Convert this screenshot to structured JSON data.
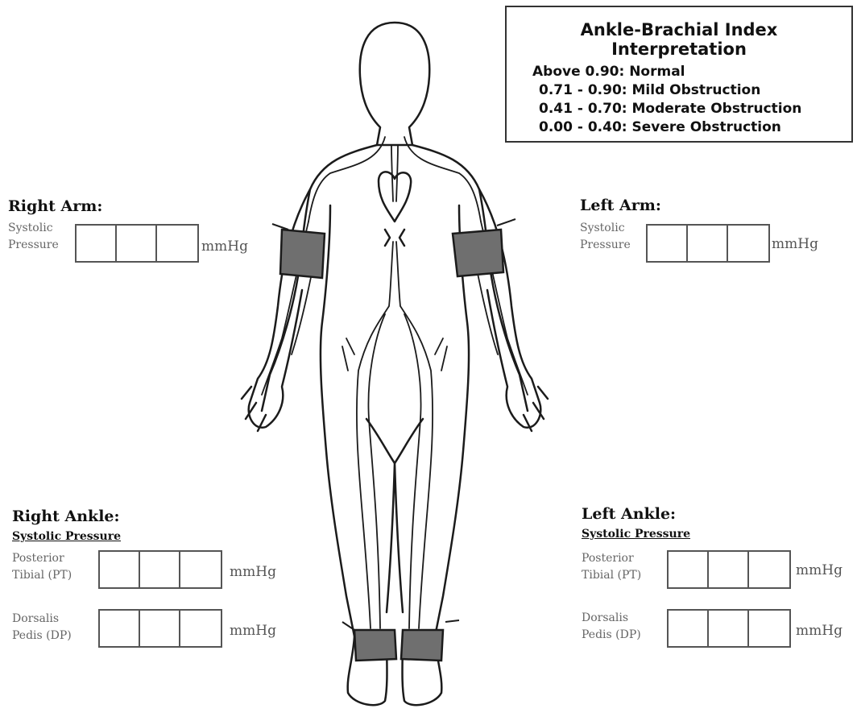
{
  "abi_box": {
    "title_line1": "Ankle-Brachial Index",
    "title_line2": "Interpretation",
    "rows": [
      "Above 0.90: Normal",
      "0.71 - 0.90: Mild Obstruction",
      "0.41 - 0.70: Moderate Obstruction",
      "0.00 - 0.40: Severe Obstruction"
    ]
  },
  "right_arm": {
    "title": "Right Arm:",
    "label_line1": "Systolic",
    "label_line2": "Pressure",
    "unit": "mmHg",
    "digits": [
      "",
      "",
      ""
    ]
  },
  "left_arm": {
    "title": "Left Arm:",
    "label_line1": "Systolic",
    "label_line2": "Pressure",
    "unit": "mmHg",
    "digits": [
      "",
      "",
      ""
    ]
  },
  "right_ankle": {
    "title": "Right Ankle:",
    "subtitle": "Systolic Pressure",
    "pt_line1": "Posterior",
    "pt_line2": "Tibial (PT)",
    "dp_line1": "Dorsalis",
    "dp_line2": "Pedis (DP)",
    "unit": "mmHg"
  },
  "left_ankle": {
    "title": "Left Ankle:",
    "subtitle": "Systolic Pressure",
    "pt_line1": "Posterior",
    "pt_line2": "Tibial (PT)",
    "dp_line1": "Dorsalis",
    "dp_line2": "Pedis (DP)",
    "unit": "mmHg"
  },
  "colors": {
    "ink": "#1b1b1b",
    "cuff_fill": "#6f6f6f",
    "box_border": "#555555"
  }
}
